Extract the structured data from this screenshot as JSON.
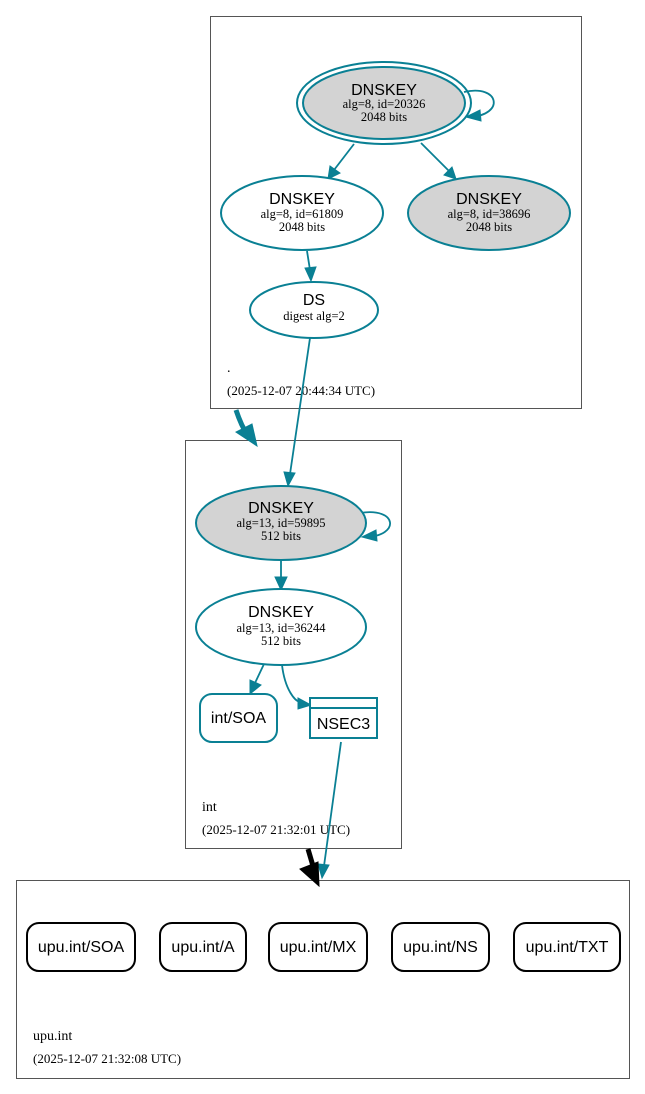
{
  "colors": {
    "edge": "#0a8094",
    "ksk_fill": "#d3d3d3",
    "cluster_border": "#555555",
    "delegation_arrow_black": "#000000"
  },
  "zones": {
    "root": {
      "name": ".",
      "timestamp": "(2025-12-07 20:44:34 UTC)",
      "dnskey_20326": {
        "title": "DNSKEY",
        "line1": "alg=8, id=20326",
        "line2": "2048 bits"
      },
      "dnskey_61809": {
        "title": "DNSKEY",
        "line1": "alg=8, id=61809",
        "line2": "2048 bits"
      },
      "dnskey_38696": {
        "title": "DNSKEY",
        "line1": "alg=8, id=38696",
        "line2": "2048 bits"
      },
      "ds": {
        "title": "DS",
        "line1": "digest alg=2"
      }
    },
    "int": {
      "name": "int",
      "timestamp": "(2025-12-07 21:32:01 UTC)",
      "dnskey_59895": {
        "title": "DNSKEY",
        "line1": "alg=13, id=59895",
        "line2": "512 bits"
      },
      "dnskey_36244": {
        "title": "DNSKEY",
        "line1": "alg=13, id=36244",
        "line2": "512 bits"
      },
      "soa": {
        "label": "int/SOA"
      },
      "nsec3": {
        "label": "NSEC3"
      }
    },
    "upu": {
      "name": "upu.int",
      "timestamp": "(2025-12-07 21:32:08 UTC)",
      "rrsets": [
        "upu.int/SOA",
        "upu.int/A",
        "upu.int/MX",
        "upu.int/NS",
        "upu.int/TXT"
      ]
    }
  }
}
